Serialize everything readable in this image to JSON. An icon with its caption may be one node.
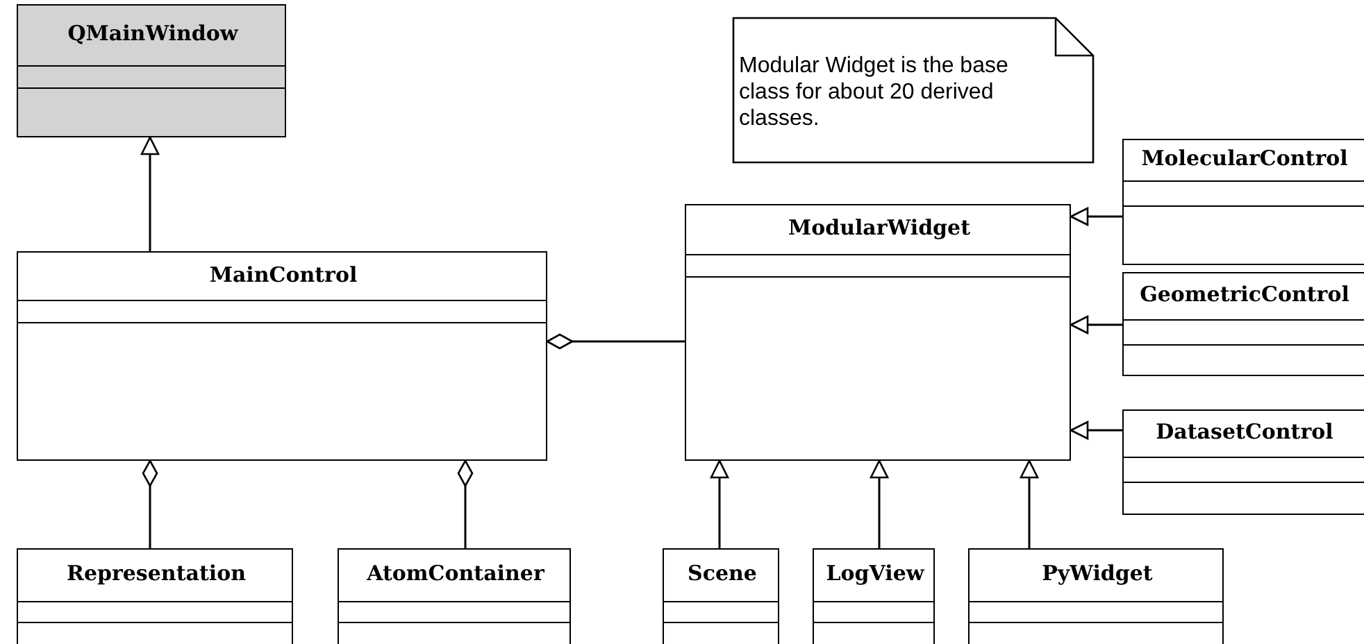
{
  "diagram": {
    "nodes": [
      {
        "text": [
          "QMainWindow"
        ]
      },
      {
        "text": [
          "Modular Widget is the base class for about 20 derived classes."
        ]
      },
      {
        "text": [
          "MolecularControl"
        ]
      },
      {
        "text": [
          "ModularWidget"
        ]
      },
      {
        "text": [
          "MainControl"
        ]
      },
      {
        "text": [
          "GeometricControl"
        ]
      },
      {
        "text": [
          "DatasetControl"
        ]
      },
      {
        "text": [
          "Representation"
        ]
      },
      {
        "text": [
          "AtomContainer"
        ]
      },
      {
        "text": [
          "Scene"
        ]
      },
      {
        "text": [
          "LogView"
        ]
      },
      {
        "text": [
          "PyWidget"
        ]
      }
    ],
    "edges": [
      {
        "from": 4,
        "to": 0,
        "arrow": "to"
      },
      {
        "from": 3,
        "to": 4,
        "arrow": "other"
      },
      {
        "from": 7,
        "to": 4,
        "arrow": "other"
      },
      {
        "from": 8,
        "to": 4,
        "arrow": "other"
      },
      {
        "from": 2,
        "to": 3,
        "arrow": "to"
      },
      {
        "from": 5,
        "to": 3,
        "arrow": "to"
      },
      {
        "from": 6,
        "to": 3,
        "arrow": "to"
      },
      {
        "from": 9,
        "to": 3,
        "arrow": "to"
      },
      {
        "from": 10,
        "to": 3,
        "arrow": "to"
      },
      {
        "from": 11,
        "to": 3,
        "arrow": "to"
      }
    ]
  }
}
